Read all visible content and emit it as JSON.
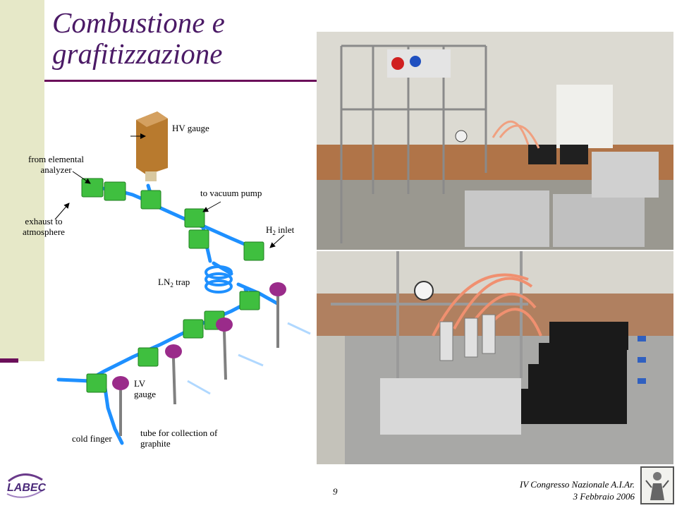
{
  "title": {
    "line1": "Combustione e",
    "line2": "grafitizzazione"
  },
  "diagram": {
    "hv_gauge": "HV gauge",
    "from_analyzer": {
      "line1": "from elemental",
      "line2": "analyzer"
    },
    "vacuum_pump": "to vacuum pump",
    "exhaust": {
      "line1": "exhaust to",
      "line2": "atmosphere"
    },
    "h2_inlet": {
      "pre": "H",
      "sub": "2",
      "post": " inlet"
    },
    "ln2_trap": {
      "pre": "LN",
      "sub": "2",
      "post": " trap"
    },
    "lv_gauge": {
      "line1": "LV",
      "line2": "gauge"
    },
    "cold_finger": "cold finger",
    "tube_collection": {
      "line1": "tube for collection of",
      "line2": "graphite"
    }
  },
  "footer": {
    "logo_text": "LABEC",
    "page_number": "9",
    "conference_line1": "IV Congresso Nazionale A.I.Ar.",
    "conference_line2": "3 Febbraio 2006"
  },
  "colors": {
    "title": "#4b1a66",
    "accent": "#6b0f5a",
    "valve_green": "#3fbf3f",
    "pipe_blue": "#1e90ff",
    "gauge_magenta": "#9a2b8a"
  }
}
